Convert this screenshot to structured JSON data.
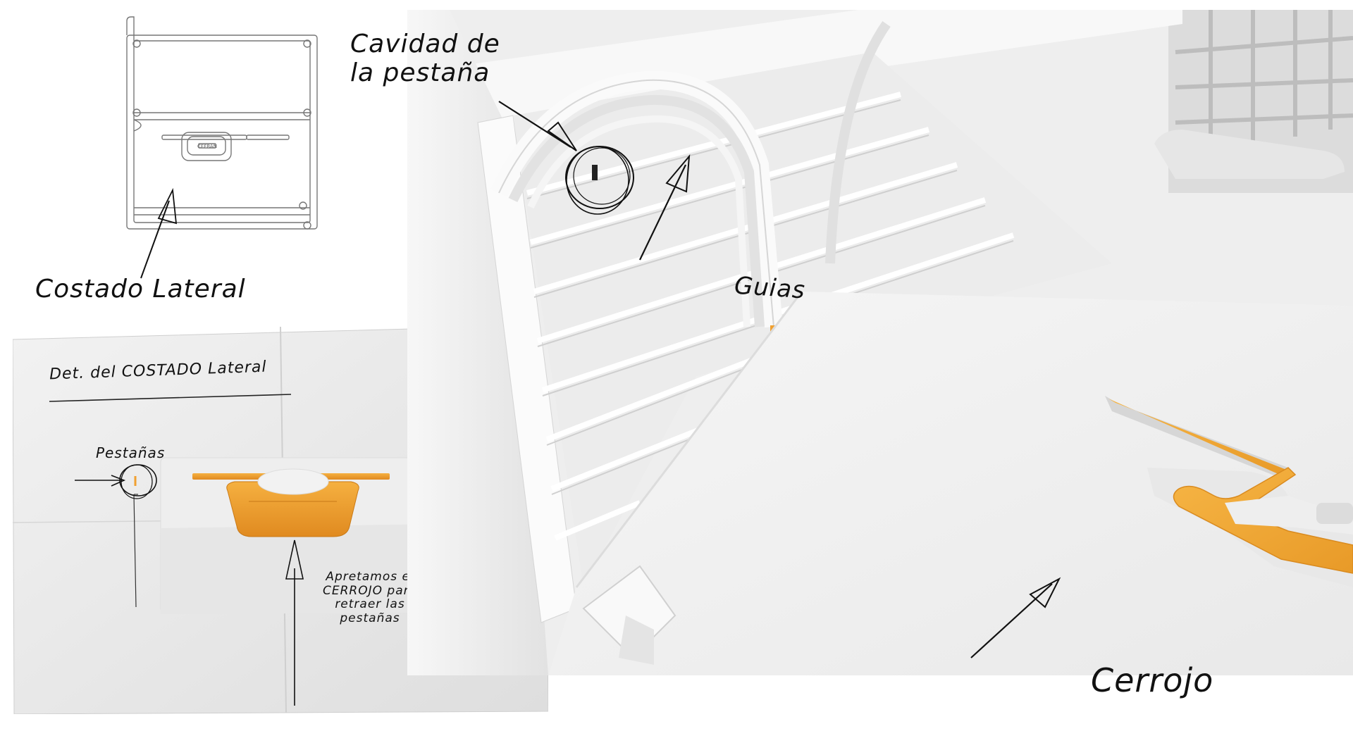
{
  "labels": {
    "costado_lateral": "Costado Lateral",
    "detalle_title": "Det. del COSTADO  Lateral",
    "pestanas": "Pestañas",
    "apretamos_line1": "Apretamos el",
    "apretamos_line2": "CERROJO para",
    "apretamos_line3": "retraer las",
    "apretamos_line4": "pestañas",
    "cavidad_line1": "Cavidad de",
    "cavidad_line2": "la pestaña",
    "guias": "Guias",
    "cerrojo": "Cerrojo",
    "brand_sketch": "CEFRAN"
  },
  "colors": {
    "accent_orange": "#f0a030",
    "paper": "#ececec",
    "render_white": "#f4f4f4",
    "ink": "#111111"
  }
}
